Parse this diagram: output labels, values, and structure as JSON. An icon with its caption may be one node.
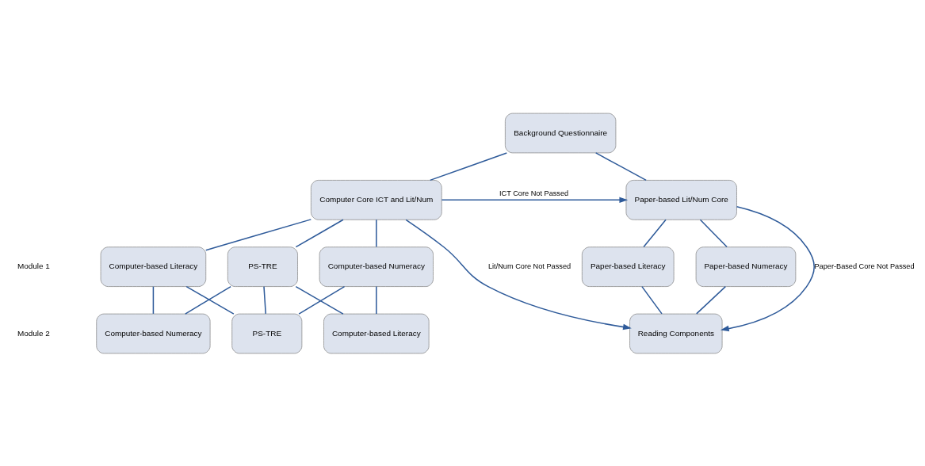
{
  "diagram": {
    "nodes": [
      {
        "text": [
          "Background Questionnaire"
        ]
      },
      {
        "text": [
          "Computer Core ICT and Lit/Num"
        ]
      },
      {
        "text": [
          "Paper-based Lit/Num Core"
        ]
      },
      {
        "text": [
          "Computer-based Literacy"
        ]
      },
      {
        "text": [
          "Computer-based Numeracy"
        ]
      },
      {
        "text": [
          "PS-TRE"
        ]
      },
      {
        "text": [
          "Paper-based Literacy"
        ]
      },
      {
        "text": [
          "Paper-based Numeracy"
        ]
      },
      {
        "text": [
          "Computer-based Literacy"
        ]
      },
      {
        "text": [
          "Computer-based Numeracy"
        ]
      },
      {
        "text": [
          "PS-TRE"
        ]
      },
      {
        "text": [
          "Reading Components"
        ]
      }
    ],
    "edges": [
      {
        "from": 0,
        "to": 1,
        "arrow": "none"
      },
      {
        "from": 0,
        "to": 2,
        "arrow": "none"
      },
      {
        "from": 1,
        "to": 2,
        "arrow": "to",
        "label": "ICT Core Not Passed"
      },
      {
        "from": 1,
        "to": 11,
        "arrow": "to",
        "label": "Lit/Num Core Not Passed"
      },
      {
        "from": 2,
        "to": 11,
        "arrow": "to",
        "label": "Paper-Based Core Not Passed"
      },
      {
        "from": 1,
        "to": 3,
        "arrow": "none"
      },
      {
        "from": 1,
        "to": 4,
        "arrow": "none"
      },
      {
        "from": 1,
        "to": 5,
        "arrow": "none"
      },
      {
        "from": 2,
        "to": 6,
        "arrow": "none"
      },
      {
        "from": 2,
        "to": 7,
        "arrow": "none"
      },
      {
        "from": 3,
        "to": 9,
        "arrow": "none"
      },
      {
        "from": 3,
        "to": 10,
        "arrow": "none"
      },
      {
        "from": 4,
        "to": 8,
        "arrow": "none"
      },
      {
        "from": 4,
        "to": 10,
        "arrow": "none"
      },
      {
        "from": 5,
        "to": 8,
        "arrow": "none"
      },
      {
        "from": 5,
        "to": 9,
        "arrow": "none"
      },
      {
        "from": 5,
        "to": 10,
        "arrow": "none"
      },
      {
        "from": 6,
        "to": 11,
        "arrow": "none"
      },
      {
        "from": 7,
        "to": 11,
        "arrow": "none"
      }
    ],
    "labels": [
      "Module 1",
      "Module 2"
    ]
  }
}
